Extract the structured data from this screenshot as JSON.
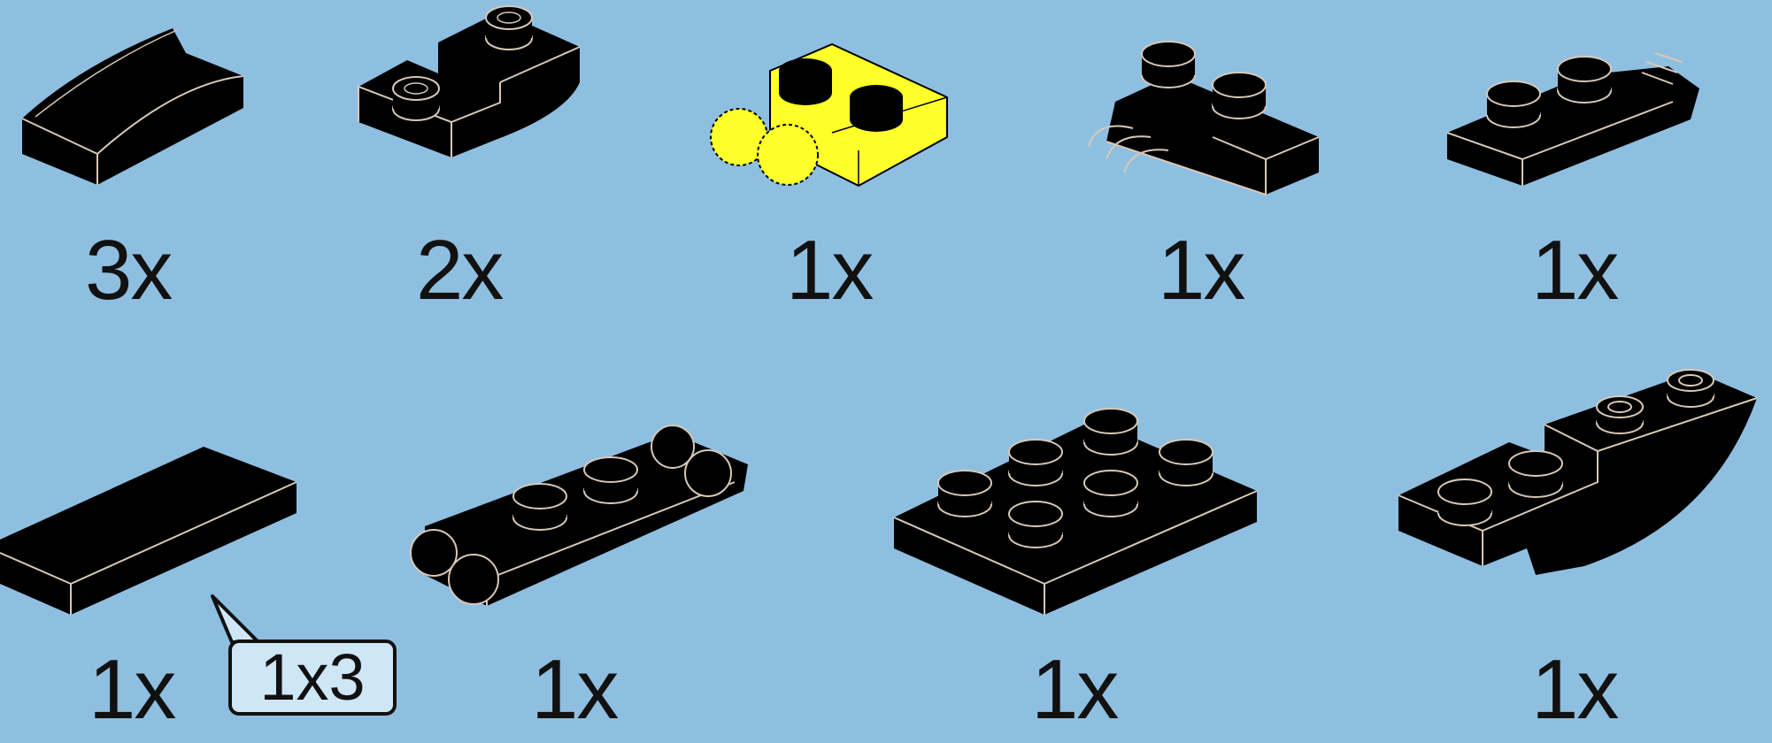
{
  "colors": {
    "background": "#8fbfe0",
    "part_black": "#000000",
    "part_yellow": "#ffff2a",
    "edge_line": "#d8c8b8"
  },
  "parts_row1": [
    {
      "name": "black-slope-curved-2x1",
      "qty": "3x"
    },
    {
      "name": "black-inverted-slope-2-studs",
      "qty": "2x"
    },
    {
      "name": "yellow-hinge-plate-2x2",
      "qty": "1x"
    },
    {
      "name": "black-hinge-plate-finger",
      "qty": "1x"
    },
    {
      "name": "black-hinge-plate-1x2",
      "qty": "1x"
    }
  ],
  "parts_row2": [
    {
      "name": "black-tile-1x3",
      "qty": "1x",
      "size_callout": "1x3"
    },
    {
      "name": "black-plate-1x4-with-clips",
      "qty": "1x"
    },
    {
      "name": "black-plate-2x3",
      "qty": "1x"
    },
    {
      "name": "black-inverted-slope-curved",
      "qty": "1x"
    }
  ]
}
